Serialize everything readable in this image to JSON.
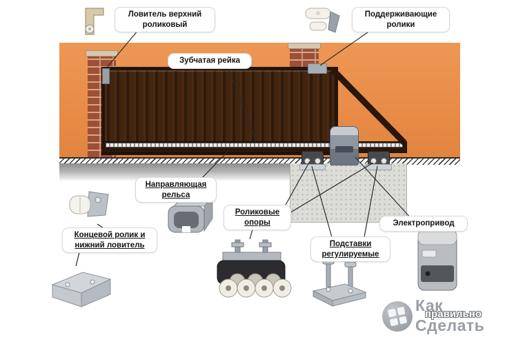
{
  "labels": {
    "upper_catcher": "Ловитель верхний\nроликовый",
    "support_rollers": "Поддерживающие\nролики",
    "gear_rack": "Зубчатая рейка",
    "guide_rail": "Направляющая\nрельса",
    "end_roller": "Концевой ролик и\nнижний ловитель",
    "roller_supports": "Роликовые\nопоры",
    "stands": "Подставки\nрегулируемые",
    "drive": "Электропривод"
  },
  "watermark": {
    "word1": "Как",
    "word2": "Сделать",
    "word3": "правильно"
  },
  "colors": {
    "wall": "#e88f4c",
    "brick": "#9e4f38",
    "gate": "#33200f",
    "beam": "#2a160a",
    "foundation": "#dcdcd8",
    "metal": "#b6bbc1",
    "leader_line": "#2a2a2a"
  },
  "icons": {
    "upper-catcher-icon": "u-bracket-with-roller",
    "support-rollers-icon": "double-roller-bracket",
    "end-roller-icon": "white-roller-with-bracket",
    "lower-catcher-icon": "angle-bracket",
    "rail-profile-icon": "c-channel-rail",
    "roller-carriage-icon": "eight-roller-trolley",
    "adjustable-stand-icon": "base-plate-with-bolts",
    "electric-drive-icon": "gate-motor-unit",
    "watermark-logo-icon": "four-pane-window"
  }
}
